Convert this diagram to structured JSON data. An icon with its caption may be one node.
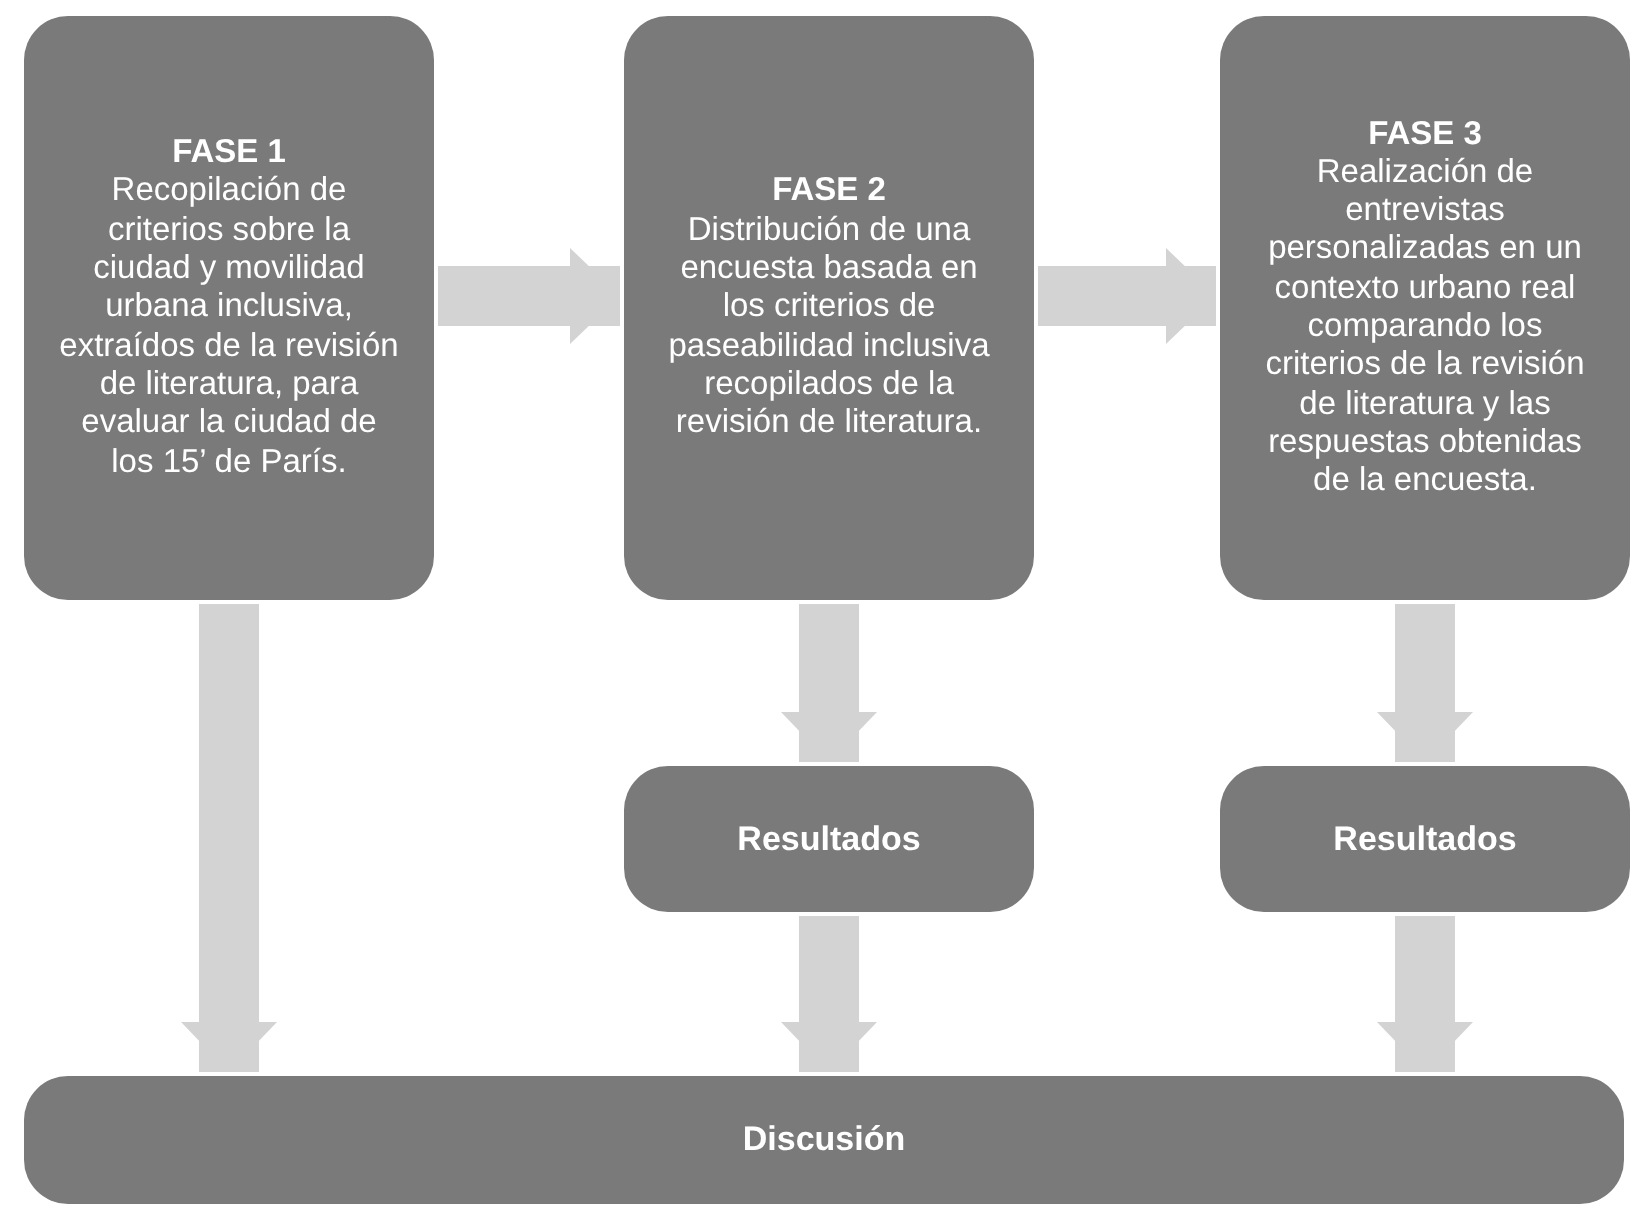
{
  "diagram": {
    "nodes": [
      {
        "text": [
          "FASE 1",
          "Recopilación de criterios sobre la ciudad y movilidad urbana inclusiva, extraídos de la revisión de literatura, para evaluar la ciudad de los 15’ de París."
        ]
      },
      {
        "text": [
          "FASE 2",
          "Distribución de una encuesta basada en los criterios de paseabilidad inclusiva recopilados de la revisión de literatura."
        ]
      },
      {
        "text": [
          "FASE 3",
          "Realización de entrevistas personalizadas en un contexto urbano real comparando los criterios de la revisión de literatura y las respuestas obtenidas de la encuesta."
        ]
      },
      {
        "text": [
          "Resultados"
        ]
      },
      {
        "text": [
          "Resultados"
        ]
      },
      {
        "text": [
          "Discusión"
        ]
      }
    ],
    "edges": [
      {
        "from": 0,
        "to": 1,
        "arrow": "to"
      },
      {
        "from": 1,
        "to": 2,
        "arrow": "to"
      },
      {
        "from": 1,
        "to": 3,
        "arrow": "to"
      },
      {
        "from": 2,
        "to": 4,
        "arrow": "to"
      },
      {
        "from": 0,
        "to": 5,
        "arrow": "to"
      },
      {
        "from": 3,
        "to": 5,
        "arrow": "to"
      },
      {
        "from": 4,
        "to": 5,
        "arrow": "to"
      }
    ]
  }
}
